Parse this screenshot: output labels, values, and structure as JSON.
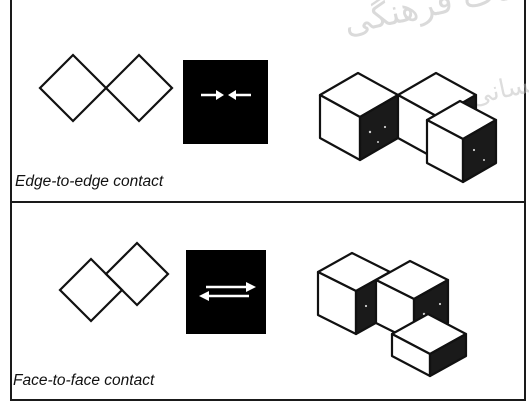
{
  "panels": [
    {
      "caption": "Edge-to-edge contact"
    },
    {
      "caption": "Face-to-face contact"
    }
  ],
  "watermark": {
    "line1": "مطالعات فرهنگی",
    "line2": "انسانی"
  },
  "colors": {
    "ink": "#111111",
    "panel_fill": "#000000",
    "background": "#ffffff",
    "watermark": "#bdbdbd"
  },
  "icons": [
    "inward-arrows-icon",
    "bidirectional-arrows-icon"
  ]
}
